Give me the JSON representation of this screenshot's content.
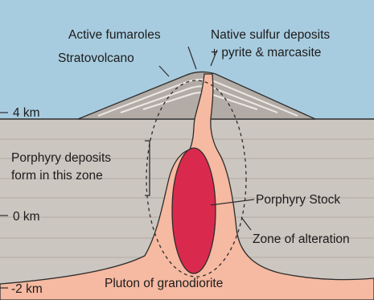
{
  "labels": {
    "active_fumaroles": "Active fumaroles",
    "native_sulfur_line1": "Native sulfur deposits",
    "native_sulfur_line2": "+ pyrite & marcasite",
    "stratovolcano": "Stratovolcano",
    "porphyry_deposits_line1": "Porphyry deposits",
    "porphyry_deposits_line2": "form in this zone",
    "porphyry_stock": "Porphyry Stock",
    "zone_of_alteration": "Zone of alteration",
    "pluton": "Pluton of granodiorite"
  },
  "depth_scale": {
    "top": "4 km",
    "middle": "0 km",
    "bottom": "-2 km"
  },
  "colors": {
    "sky": "#a8ccdf",
    "crust": "#ccc6c0",
    "volcano": "#b3aca6",
    "pluton": "#f6b9a1",
    "stock": "#d92a4e",
    "outline": "#2d2d2d"
  }
}
